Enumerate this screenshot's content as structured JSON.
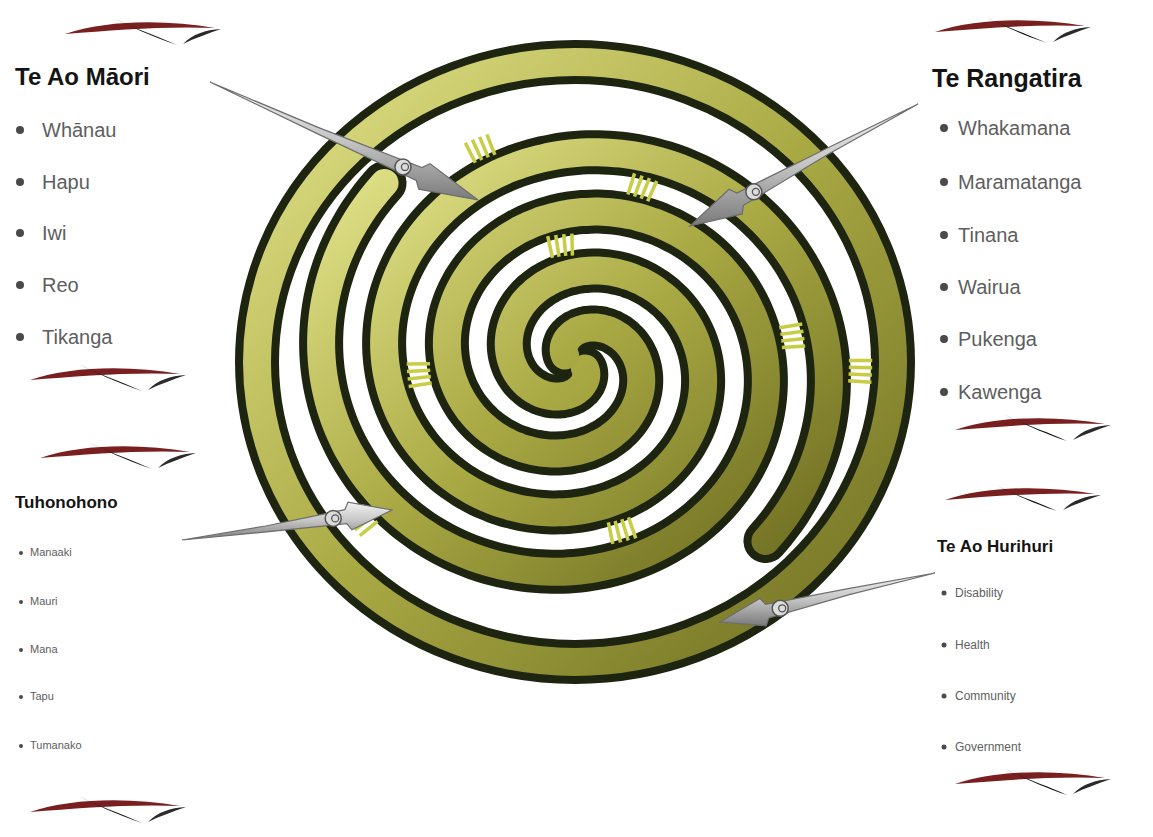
{
  "diagram": {
    "labels": [
      "Te Ao Māori",
      "Whānau",
      "Hapu",
      "Iwi",
      "Reo",
      "Tikanga",
      "Te Rangatira",
      "Whakamana",
      "Maramatanga",
      "Tinana",
      "Wairua",
      "Pukenga",
      "Kawenga",
      "Tuhonohono",
      "Manaaki",
      "Mauri",
      "Mana",
      "Tapu",
      "Tumanako",
      "Te Ao Hurihuri",
      "Disability",
      "Health",
      "Community",
      "Government"
    ]
  }
}
